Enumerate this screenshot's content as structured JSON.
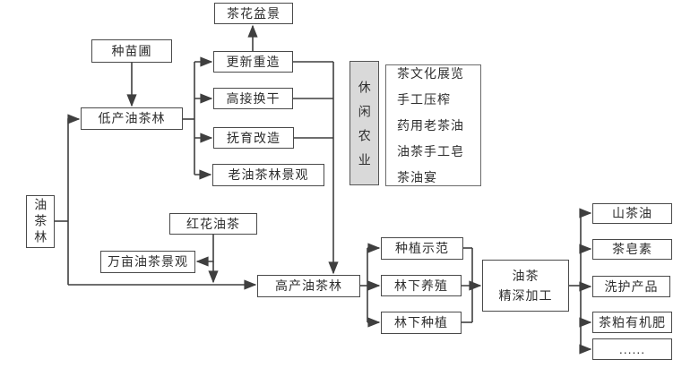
{
  "colors": {
    "background": "#ffffff",
    "box_border": "#4a4a4a",
    "line": "#3f3f3f",
    "gray_box_fill": "#d9d9d9",
    "text": "#2e2e2e"
  },
  "nodes": {
    "oil_tea_forest": "油茶林",
    "seedling_nursery": "种苗圃",
    "low_yield_forest": "低产油茶林",
    "camellia_bonsai": "茶花盆景",
    "renewal_rebuild": "更新重造",
    "high_grafting": "高接换干",
    "tending_improvement": "抚育改造",
    "old_forest_landscape": "老油茶林景观",
    "leisure_agriculture": "休闲农业",
    "red_flower_oil_tea": "红花油茶",
    "wanmu_oil_tea_landscape": "万亩油茶景观",
    "high_yield_forest": "高产油茶林",
    "planting_demo": "种植示范",
    "under_forest_breeding": "林下养殖",
    "under_forest_planting": "林下种植",
    "deep_processing": "油茶\n精深加工",
    "camellia_oil": "山茶油",
    "tea_saponin": "茶皂素",
    "care_products": "洗护产品",
    "tea_meal_fertilizer": "茶粕有机肥",
    "ellipsis": "......"
  },
  "leisure_panel": {
    "items": [
      "茶文化展览",
      "手工压榨",
      "药用老茶油",
      "油茶手工皂",
      "茶油宴"
    ]
  }
}
